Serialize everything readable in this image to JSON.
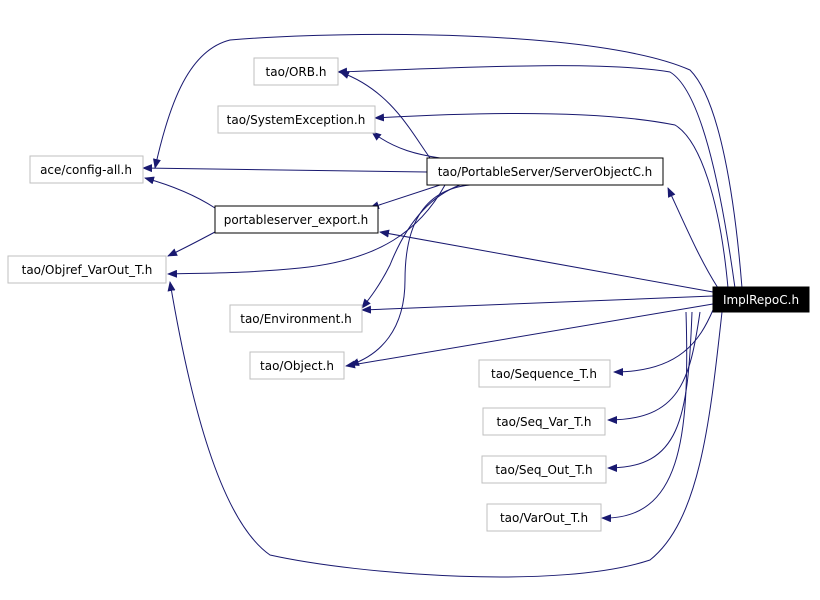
{
  "nodes": {
    "orb": "tao/ORB.h",
    "sysexc": "tao/SystemException.h",
    "config": "ace/config-all.h",
    "sobjc": "tao/PortableServer/ServerObjectC.h",
    "psexport": "portableserver_export.h",
    "objref": "tao/Objref_VarOut_T.h",
    "implrepo": "ImplRepoC.h",
    "env": "tao/Environment.h",
    "object": "tao/Object.h",
    "seq": "tao/Sequence_T.h",
    "seqvar": "tao/Seq_Var_T.h",
    "seqout": "tao/Seq_Out_T.h",
    "varout": "tao/VarOut_T.h"
  },
  "colors": {
    "edge": "#191970",
    "muted_border": "#bfbfbf",
    "strong_border": "#000000",
    "focus_fill": "#000000",
    "focus_text": "#ffffff",
    "text": "#000000"
  }
}
